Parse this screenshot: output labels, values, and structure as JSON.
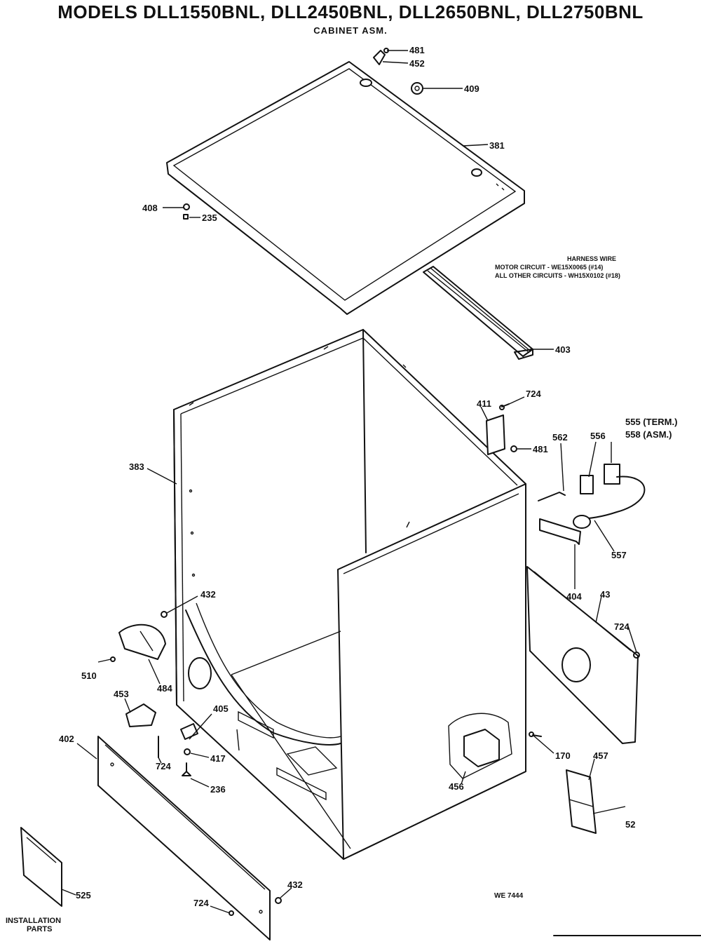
{
  "header": {
    "title": "MODELS DLL1550BNL, DLL2450BNL, DLL2650BNL, DLL2750BNL",
    "subtitle": "CABINET ASM."
  },
  "harness_note": {
    "line1": "HARNESS WIRE",
    "line2": "MOTOR CIRCUIT - WE15X0065 (#14)",
    "line3": "ALL OTHER CIRCUITS - WH15X0102 (#18)"
  },
  "callouts": [
    {
      "id": "c481a",
      "text": "481"
    },
    {
      "id": "c452",
      "text": "452"
    },
    {
      "id": "c409",
      "text": "409"
    },
    {
      "id": "c381",
      "text": "381"
    },
    {
      "id": "c408",
      "text": "408"
    },
    {
      "id": "c235",
      "text": "235"
    },
    {
      "id": "c403",
      "text": "403"
    },
    {
      "id": "c724a",
      "text": "724"
    },
    {
      "id": "c411",
      "text": "411"
    },
    {
      "id": "c481b",
      "text": "481"
    },
    {
      "id": "c562",
      "text": "562"
    },
    {
      "id": "c556",
      "text": "556"
    },
    {
      "id": "c555",
      "text": "555 (TERM.)"
    },
    {
      "id": "c558",
      "text": "558 (ASM.)"
    },
    {
      "id": "c383",
      "text": "383"
    },
    {
      "id": "c557",
      "text": "557"
    },
    {
      "id": "c404",
      "text": "404"
    },
    {
      "id": "c43",
      "text": "43"
    },
    {
      "id": "c724b",
      "text": "724"
    },
    {
      "id": "c432a",
      "text": "432"
    },
    {
      "id": "c510",
      "text": "510"
    },
    {
      "id": "c484",
      "text": "484"
    },
    {
      "id": "c453",
      "text": "453"
    },
    {
      "id": "c405",
      "text": "405"
    },
    {
      "id": "c724c",
      "text": "724"
    },
    {
      "id": "c417",
      "text": "417"
    },
    {
      "id": "c402",
      "text": "402"
    },
    {
      "id": "c236",
      "text": "236"
    },
    {
      "id": "c170",
      "text": "170"
    },
    {
      "id": "c457",
      "text": "457"
    },
    {
      "id": "c456",
      "text": "456"
    },
    {
      "id": "c52",
      "text": "52"
    },
    {
      "id": "c525",
      "text": "525"
    },
    {
      "id": "c724d",
      "text": "724"
    },
    {
      "id": "c432b",
      "text": "432"
    }
  ],
  "install_label": {
    "line1": "INSTALLATION",
    "line2": "PARTS"
  },
  "drawing_code": "WE 7444"
}
